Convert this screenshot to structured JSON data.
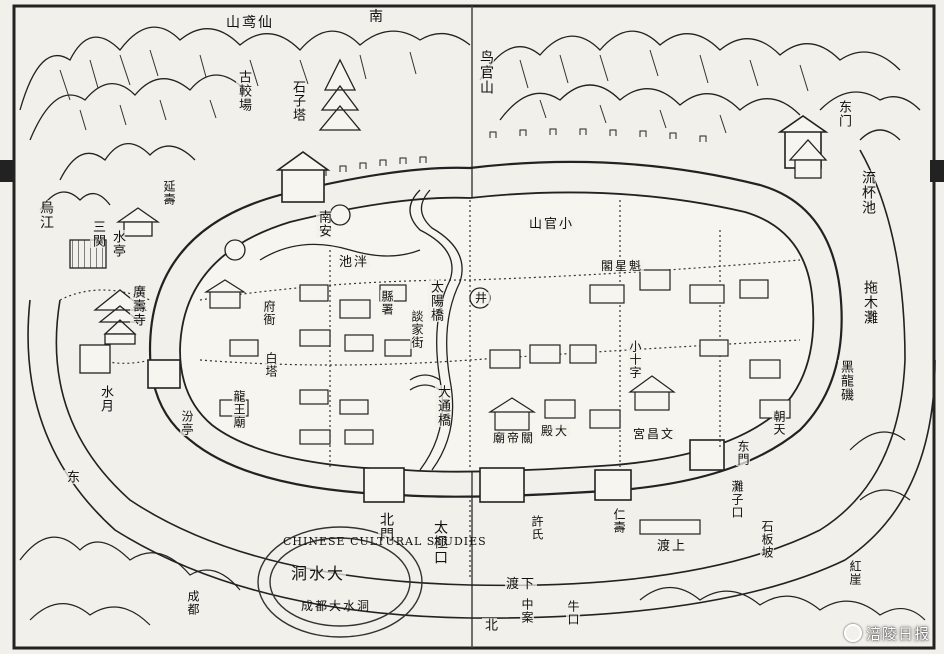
{
  "map": {
    "compass": {
      "south": "南",
      "east": "东",
      "north": "北"
    },
    "mountains": {
      "xiandan": "仙鸢山",
      "guanyin": "鸟官山",
      "xiaoguanshan": "小官山"
    },
    "places": {
      "gu_xiaochang": "古較場",
      "shizi_ta": "石子塔",
      "jingshan_gate": "东门",
      "liuhe_chi": "流杯池",
      "tuomu_tan": "拖木灘",
      "heilong_tan": "黑龍磯",
      "shuitin": "水亭",
      "sanguan": "三関",
      "guangshou_si": "廣壽寺",
      "shuiyue": "水月",
      "taiyangqiao": "太陽橋",
      "dalian_qiao": "大通橋",
      "tanjia_jie": "談家街",
      "nan_an": "南安",
      "yu_chi": "泮池",
      "bei_men": "北門",
      "tai_ji_kou": "太極口",
      "da_shui_dong": "大水洞",
      "xia_du": "下渡",
      "shang_du": "上渡",
      "dong_yin": "东門",
      "zong_an": "中案",
      "niu_kou": "牛口",
      "jingci_si": "小十字",
      "wenchang_gong": "文昌宮",
      "dian_yu_gong": "大殿",
      "fu_chi": "府衙",
      "xian_ya": "縣署",
      "long_wang_miao": "龍王廟",
      "shi_ban_po": "石板坡",
      "tan_zi_kou": "灘子口",
      "shijiao": "仁壽",
      "bai_ta": "白塔",
      "xu_shi_kou": "許氏",
      "jing": "井",
      "chu_men": "朝天",
      "yi_bian_men": "延壽",
      "fen_ting": "汾亭",
      "wu_jiang": "烏江",
      "kui_ming": "魁星閣",
      "chen_ha": "成都",
      "guan_di": "關帝廟",
      "gongan": "紅崖",
      "bi_qiu": "北"
    },
    "stamp": {
      "outer_text": "CHINESE CULTURAL STUDIES",
      "inner_text": "成都大水洞"
    }
  },
  "watermark": {
    "text": "涪陵日报"
  }
}
